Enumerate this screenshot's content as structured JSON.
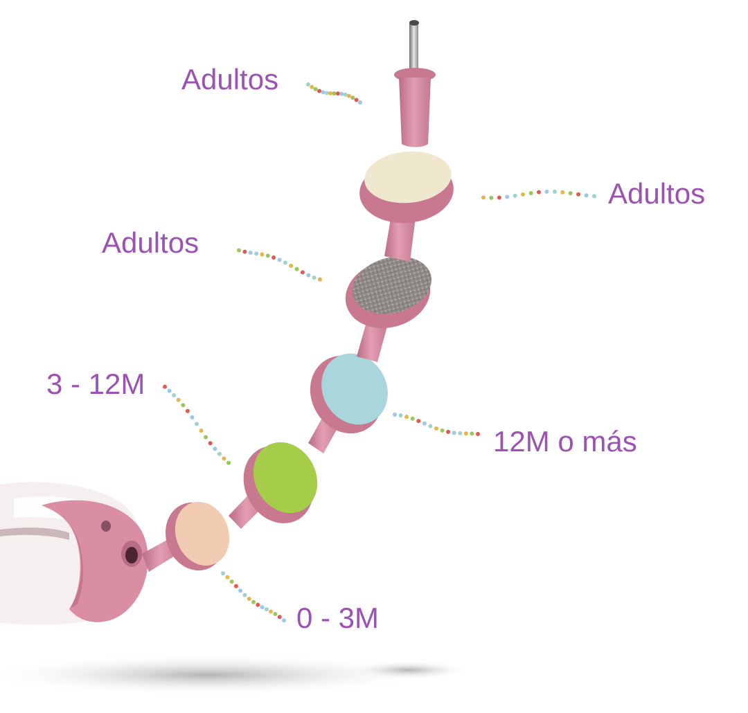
{
  "labels": {
    "adult_top": "Adultos",
    "adult_right": "Adultos",
    "adult_left": "Adultos",
    "age_3_12m": "3 - 12M",
    "age_12m_plus": "12M o más",
    "age_0_3m": "0 - 3M"
  },
  "attachments": [
    {
      "name": "metal-bit",
      "face_color": "#d6a0b2"
    },
    {
      "name": "felt-pad",
      "face_color": "#efe8cf"
    },
    {
      "name": "coarse-grit-pad",
      "face_color": "#8f8a88"
    },
    {
      "name": "blue-pad",
      "face_color": "#a8d6dc"
    },
    {
      "name": "green-pad",
      "face_color": "#a6cd4a"
    },
    {
      "name": "peach-pad",
      "face_color": "#f2ccb2"
    }
  ],
  "colors": {
    "label_text": "#9b52b2",
    "pink_body": "#d98ea4",
    "pink_shadow": "#b86d84",
    "device_white": "#f6efef"
  },
  "dot_colors": [
    "#9fd2cc",
    "#e7b54a",
    "#9ac65c",
    "#e3574f",
    "#9fc7e6"
  ]
}
